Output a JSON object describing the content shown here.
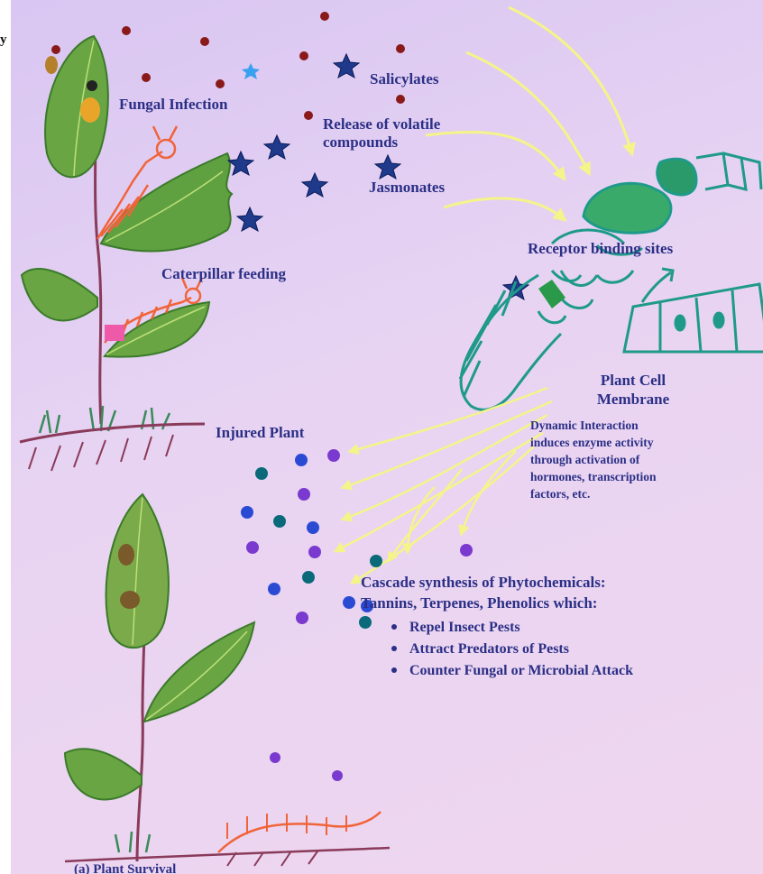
{
  "labels": {
    "salicylates": "Salicylates",
    "fungal_infection": "Fungal Infection",
    "volatile_line1": "Release of volatile",
    "volatile_line2": "compounds",
    "jasmonates": "Jasmonates",
    "receptor": "Receptor binding sites",
    "caterpillar": "Caterpillar feeding",
    "membrane_line1": "Plant Cell",
    "membrane_line2": "Membrane",
    "dynamic_line1": "Dynamic Interaction",
    "dynamic_line2": "induces enzyme activity",
    "dynamic_line3": "through activation of",
    "dynamic_line4": "hormones, transcription",
    "dynamic_line5": "factors, etc.",
    "injured_plant": "Injured Plant",
    "cascade_line1": "Cascade synthesis of Phytochemicals:",
    "cascade_line2": "Tannins, Terpenes, Phenolics which:",
    "bullets": [
      "Repel Insect Pests",
      "Attract Predators of Pests",
      "Counter Fungal or Microbial Attack"
    ],
    "bottom_caption": "(a) Plant Survival",
    "corner_mark": "y"
  },
  "colors": {
    "text": "#2b2f86",
    "leaf": "#5a9a3a",
    "leaf_light": "#9ccc5a",
    "stem": "#8a3a5a",
    "membrane": "#1f9a8a",
    "caterpillar": "#f0643a",
    "star": "#1f3a8a",
    "arrow": "#f4f48a"
  }
}
